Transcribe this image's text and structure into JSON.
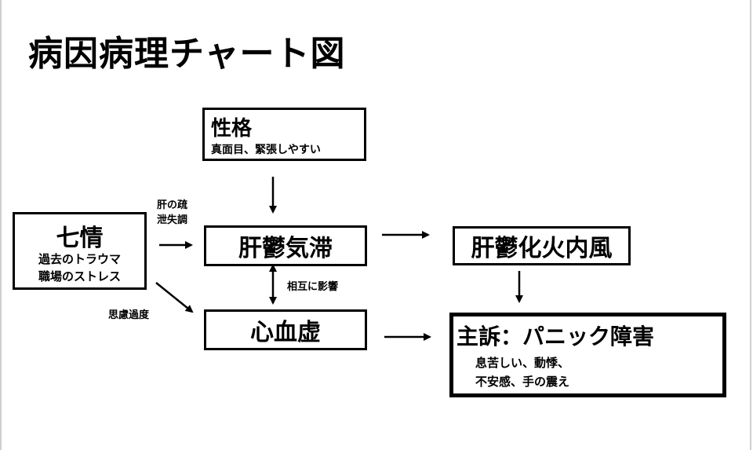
{
  "title": "病因病理チャート図",
  "personality": {
    "heading": "性格",
    "detail": "真面目、緊張しやすい"
  },
  "seven_emotions": {
    "heading": "七情",
    "line1": "過去のトラウマ",
    "line2": "職場のストレス"
  },
  "liver_qi": "肝鬱気滞",
  "heart_blood": "心血虚",
  "liver_wind": "肝鬱化火内風",
  "complaint": {
    "heading": "主訴：パニック障害",
    "line1": "息苦しい、動悸、",
    "line2": "不安感、手の震え"
  },
  "labels": {
    "liver_dysfunction_1": "肝の疏",
    "liver_dysfunction_2": "泄失調",
    "mutual": "相互に影響",
    "overthinking": "思慮過度"
  }
}
